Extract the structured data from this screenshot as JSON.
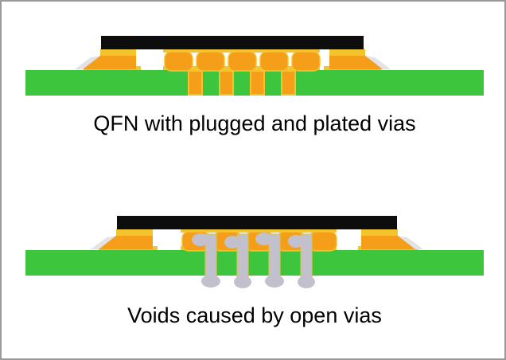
{
  "page": {
    "background": "#ffffff",
    "border_color": "#9a9a9a"
  },
  "colors": {
    "page_bg": "#ffffff",
    "pcb_green": "#3EC53E",
    "pad_yellow": "#F2C52F",
    "solder_orange": "#F59E19",
    "component_black": "#0d0d0d",
    "void_gray": "#C3C0CE",
    "highlight_silver": "#E3E2E8",
    "plating_yellow": "#D8C24A"
  },
  "figures": [
    {
      "id": "plugged-vias",
      "caption": "QFN with plugged and plated vias"
    },
    {
      "id": "open-vias",
      "caption": "Voids caused by open vias"
    }
  ]
}
